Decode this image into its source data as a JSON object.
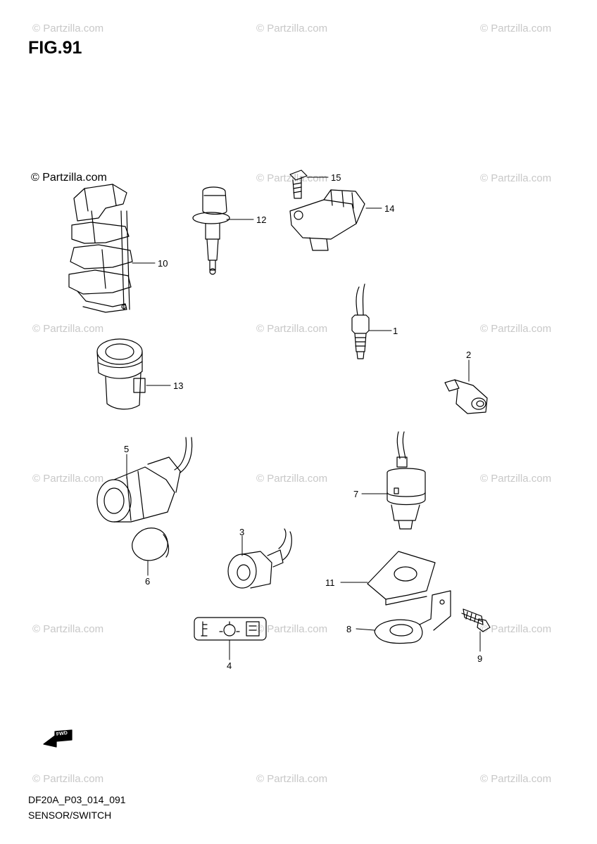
{
  "figure": {
    "title": "FIG.91",
    "drawing_code": "DF20A_P03_014_091",
    "drawing_name": "SENSOR/SWITCH",
    "fwd_label": "FWD"
  },
  "watermarks": {
    "text": "© Partzilla.com",
    "header_text": "© Partzilla.com"
  },
  "callouts": [
    {
      "id": "1",
      "label": "1"
    },
    {
      "id": "2",
      "label": "2"
    },
    {
      "id": "3",
      "label": "3"
    },
    {
      "id": "4",
      "label": "4"
    },
    {
      "id": "5",
      "label": "5"
    },
    {
      "id": "6",
      "label": "6"
    },
    {
      "id": "7",
      "label": "7"
    },
    {
      "id": "8",
      "label": "8"
    },
    {
      "id": "9",
      "label": "9"
    },
    {
      "id": "10",
      "label": "10"
    },
    {
      "id": "11",
      "label": "11"
    },
    {
      "id": "12",
      "label": "12"
    },
    {
      "id": "13",
      "label": "13"
    },
    {
      "id": "14",
      "label": "14"
    },
    {
      "id": "15",
      "label": "15"
    }
  ]
}
